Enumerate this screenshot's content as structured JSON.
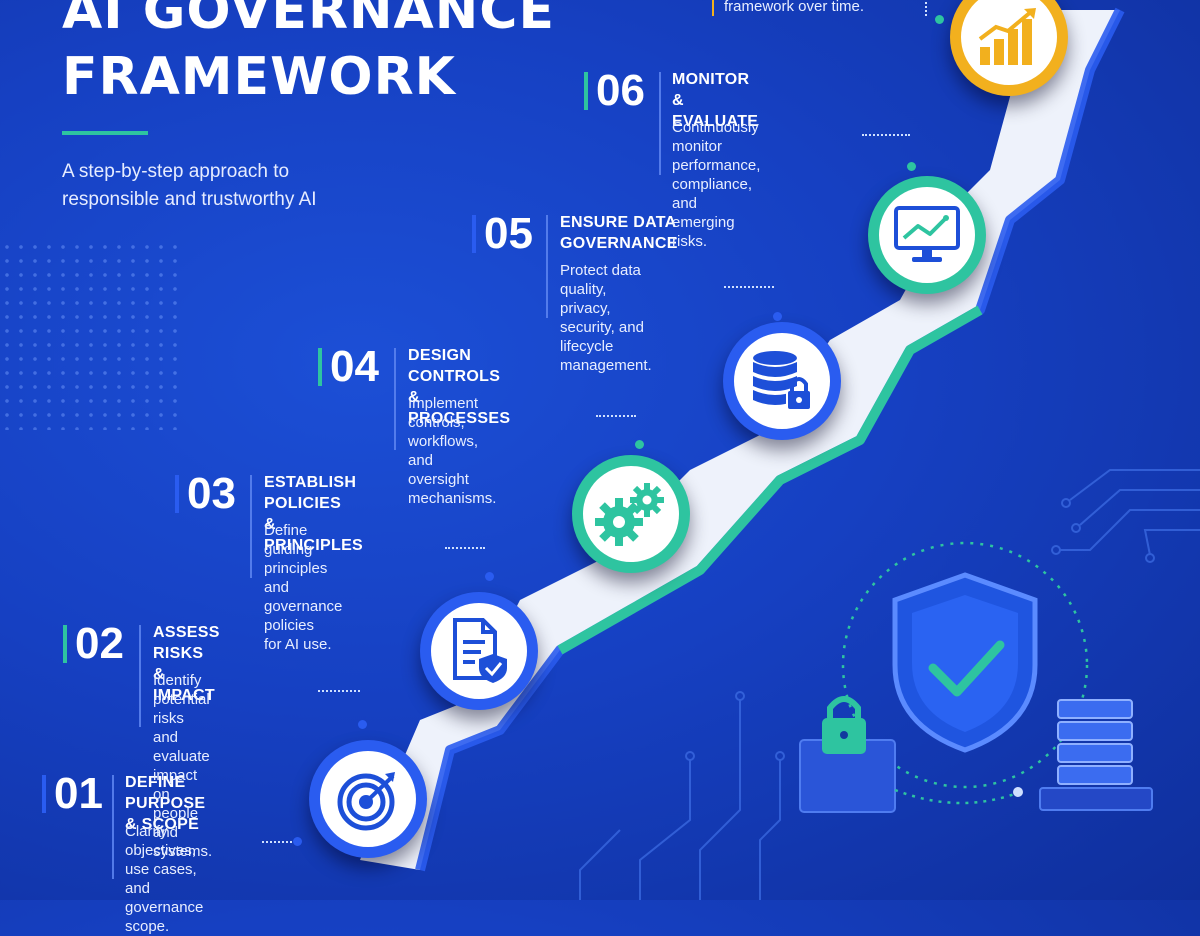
{
  "header": {
    "title_line1": "AI GOVERNANCE",
    "title_line2": "FRAMEWORK",
    "subtitle": "A step-by-step approach to responsible and trustworthy AI"
  },
  "top_fragment": "framework over time.",
  "steps": [
    {
      "number": "01",
      "title": "DEFINE PURPOSE\n& SCOPE",
      "description": "Clarify objectives,\nuse cases, and\ngovernance scope.",
      "icon": "target-icon"
    },
    {
      "number": "02",
      "title": "ASSESS RISKS\n& IMPACT",
      "description": "Identify potential risks\nand evaluate impact on\npeople and systems.",
      "icon": "document-shield-icon"
    },
    {
      "number": "03",
      "title": "ESTABLISH POLICIES\n& PRINCIPLES",
      "description": "Define guiding principles\nand governance policies\nfor AI use.",
      "icon": "gears-icon"
    },
    {
      "number": "04",
      "title": "DESIGN CONTROLS\n& PROCESSES",
      "description": "Implement controls,\nworkflows, and oversight\nmechanisms.",
      "icon": "database-lock-icon"
    },
    {
      "number": "05",
      "title": "ENSURE DATA\nGOVERNANCE",
      "description": "Protect data quality,\nprivacy, security, and\nlifecycle management.",
      "icon": "monitor-chart-icon"
    },
    {
      "number": "06",
      "title": "MONITOR &\nEVALUATE",
      "description": "Continuously monitor\nperformance, compliance,\nand emerging risks.",
      "icon": "bar-chart-growth-icon"
    }
  ],
  "colors": {
    "background": "#1640c2",
    "blue_accent": "#2a5cf0",
    "green_accent": "#2ec4a0",
    "gold_accent": "#f2b01e",
    "white": "#ffffff"
  }
}
